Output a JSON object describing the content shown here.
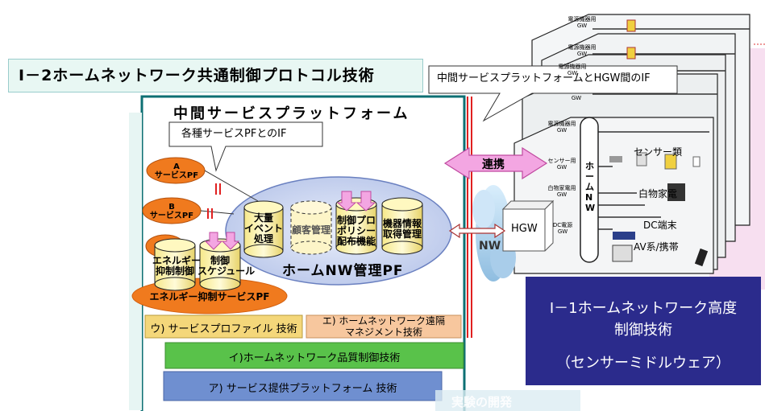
{
  "title": "I－2ホームネットワーク共通制御プロトコル技術",
  "platform": {
    "title": "中間サービスプラットフォーム",
    "callout_if": "各種サービスPFとのIF",
    "service_a": "A\nサービスPF",
    "service_b": "B\nサービスPF",
    "cyl_events": "大量\nイベント\n処理",
    "cyl_customer": "顧客管理",
    "cyl_policy": "制御プロ\nポリシー\n配布機能",
    "cyl_device": "機器情報\n取得管理",
    "cyl_energy": "エネルギー\n抑制制御",
    "cyl_schedule": "制御\nスケジュール",
    "home_nw_pf": "ホームNW管理PF",
    "energy_pf": "エネルギー抑制サービスPF",
    "layer_u": "ウ) サービスプロファイル 技術",
    "layer_e": "エ) ホームネットワーク遠隔\nマネジメント技術",
    "layer_i": "イ)ホームネットワーク品質制御技術",
    "layer_a": "ア) サービス提供プラットフォーム 技術",
    "bottom_faded": "実験の開発"
  },
  "center": {
    "callout_hgw_if": "中間サービスプラットフォームとHGW間のIF",
    "renkei": "連携",
    "nw": "NW",
    "hgw": "HGW"
  },
  "house": {
    "power_gw": "電源機器用\nGW",
    "gw": "GW",
    "sensor_gw": "センサー用\nGW",
    "appliance_gw": "白物家電用\nGW",
    "dc_gw": "DC電源\nGW",
    "sensor_kind": "センサー類",
    "appliance": "白物家電",
    "dc_terminal": "DC端末",
    "av": "AV系/携帯",
    "home_nw": "ホームNW"
  },
  "i1": {
    "line1": "I－1ホームネットワーク高度",
    "line2": "制御技術",
    "line3": "（センサーミドルウェア）"
  },
  "colors": {
    "platform_border": "#0d6f73",
    "orange": "#f07a1e",
    "i1_box": "#2b2b8c",
    "renkei_pink": "#f3a6e2",
    "layer_u": "#f4d77a",
    "layer_e": "#f7c79e",
    "layer_i": "#59c24a",
    "layer_a": "#6f8fd0"
  }
}
